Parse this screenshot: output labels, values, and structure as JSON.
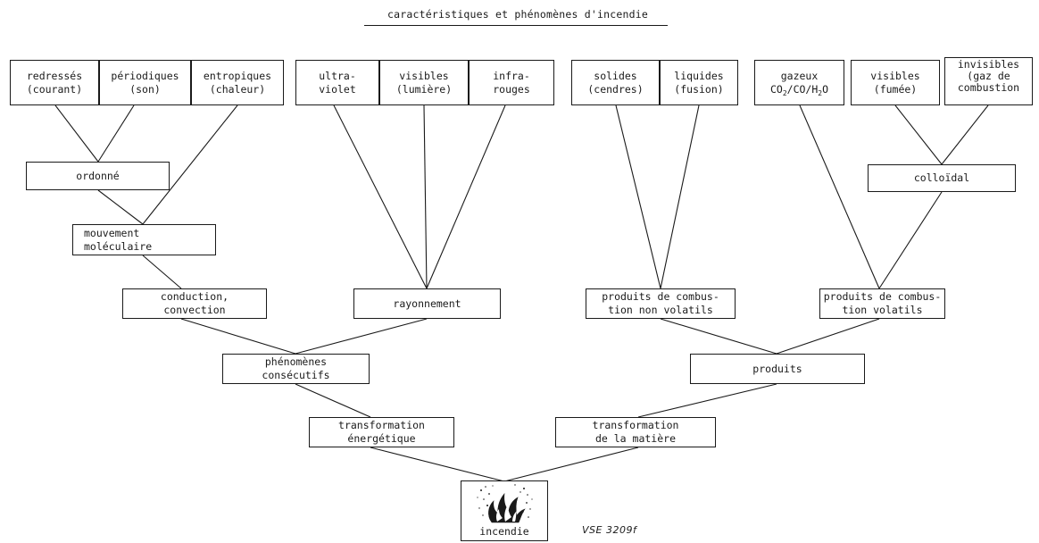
{
  "title": "caractéristiques et phénomènes d'incendie",
  "reference": "VSE 3209f",
  "boxes": {
    "redresses": [
      "redressés",
      "(courant)"
    ],
    "periodiques": [
      "périodiques",
      "(son)"
    ],
    "entropiques": [
      "entropiques",
      "(chaleur)"
    ],
    "ultraviolet": [
      "ultra-",
      "violet"
    ],
    "visibles_lumiere": [
      "visibles",
      "(lumière)"
    ],
    "infrarouges": [
      "infra-",
      "rouges"
    ],
    "solides": [
      "solides",
      "(cendres)"
    ],
    "liquides": [
      "liquides",
      "(fusion)"
    ],
    "gazeux": [
      "gazeux"
    ],
    "visibles_fumee": [
      "visibles",
      "(fumée)"
    ],
    "invisibles": [
      "invisibles",
      "(gaz de",
      "combustion"
    ],
    "ordonne": [
      "ordonné"
    ],
    "colloidal": [
      "colloïdal"
    ],
    "mouvement": [
      "mouvement",
      "moléculaire"
    ],
    "conduction": [
      "conduction,",
      "convection"
    ],
    "rayonnement": [
      "rayonnement"
    ],
    "produits_non_volatils": [
      "produits de combus-",
      "tion non volatils"
    ],
    "produits_volatils": [
      "produits de combus-",
      "tion volatils"
    ],
    "phenomenes": [
      "phénomènes",
      "consécutifs"
    ],
    "produits": [
      "produits"
    ],
    "transformation_energetique": [
      "transformation",
      "énergétique"
    ],
    "transformation_matiere": [
      "transformation",
      "de la matière"
    ],
    "incendie": "incendie"
  },
  "gas_formula": [
    {
      "t": "CO"
    },
    {
      "t": "2",
      "sub": true
    },
    {
      "t": "/CO/H"
    },
    {
      "t": "2",
      "sub": true
    },
    {
      "t": "O"
    }
  ],
  "icons": {
    "fire": "flame-illustration"
  }
}
